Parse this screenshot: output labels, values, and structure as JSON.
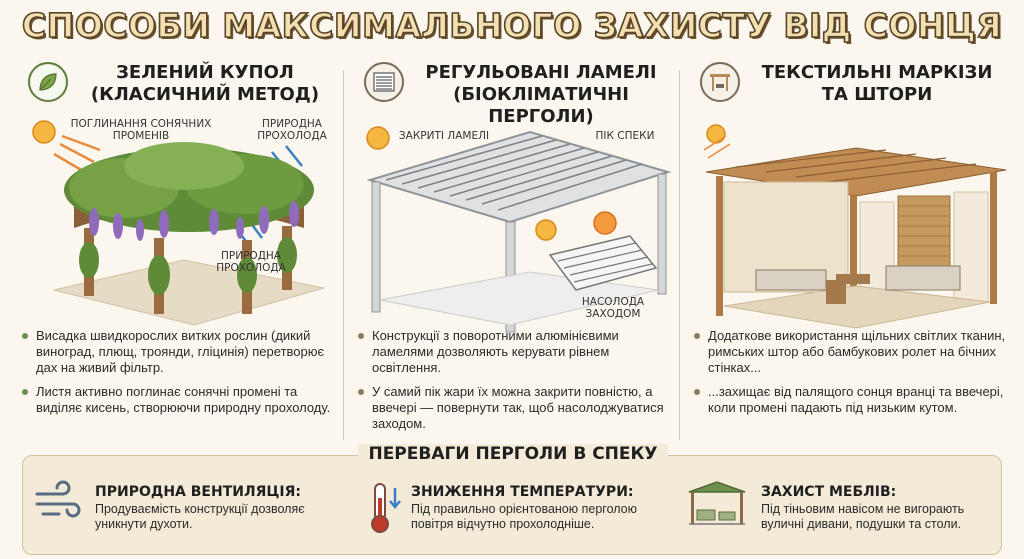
{
  "title": "СПОСОБИ МАКСИМАЛЬНОГО ЗАХИСТУ ВІД СОНЦЯ",
  "columns": [
    {
      "icon": "leaf-icon",
      "heading_line1": "ЗЕЛЕНИЙ КУПОЛ",
      "heading_line2": "(КЛАСИЧНИЙ МЕТОД)",
      "labels": {
        "absorb": "ПОГЛИНАННЯ СОНЯЧНИХ ПРОМЕНІВ",
        "cool_top": "ПРИРОДНА ПРОХОЛОДА",
        "cool_bottom": "ПРИРОДНА ПРОХОЛОДА"
      },
      "bullets": [
        "Висадка швидкорослих витких рослин (дикий виноград, плющ, троянди, гліцинія) перетворює дах на живий фільтр.",
        "Листя активно поглинає сонячні промені та виділяє кисень, створюючи природну прохолоду."
      ]
    },
    {
      "icon": "louvers-icon",
      "heading_line1": "РЕГУЛЬОВАНІ ЛАМЕЛІ",
      "heading_line2": "(БІОКЛІМАТИЧНІ ПЕРГОЛИ)",
      "labels": {
        "closed": "ЗАКРИТІ ЛАМЕЛІ",
        "peak": "ПІК СПЕКИ",
        "sunset": "НАСОЛОДА ЗАХОДОМ"
      },
      "bullets": [
        "Конструкції з поворотними алюмінієвими ламелями дозволяють керувати рівнем освітлення.",
        "У самий пік жари їх можна закрити повністю, а ввечері — повернути так, щоб насолоджуватися заходом."
      ]
    },
    {
      "icon": "pergola-icon",
      "heading_line1": "ТЕКСТИЛЬНІ МАРКІЗИ",
      "heading_line2": "ТА ШТОРИ",
      "bullets": [
        "Додаткове використання щільних світлих тканин, римських штор або бамбукових ролет на бічних стінках...",
        "...захищає від палящого сонця вранці та ввечері, коли промені падають під низьким кутом."
      ]
    }
  ],
  "benefits": {
    "title": "ПЕРЕВАГИ ПЕРГОЛИ В СПЕКУ",
    "items": [
      {
        "icon": "wind-icon",
        "title": "ПРИРОДНА ВЕНТИЛЯЦІЯ:",
        "text_line1": "Продуваємість конструкції дозволяє",
        "text_line2": "уникнути духоти."
      },
      {
        "icon": "thermometer-icon",
        "title": "ЗНИЖЕННЯ ТЕМПЕРАТУРИ:",
        "text_line1": "Під правильно орієнтованою перголою",
        "text_line2": "повітря відчутно прохолодніше."
      },
      {
        "icon": "furniture-icon",
        "title": "ЗАХИСТ МЕБЛІВ:",
        "text_line1": "Під тіньовим навісом не вигорають",
        "text_line2": "вуличні дивани, подушки та столи."
      }
    ]
  },
  "colors": {
    "accent_green": "#6d8f45",
    "accent_brown": "#8c7a62",
    "title_fill": "#f2dfb2",
    "title_outline": "#5a4426",
    "panel_bg": "#f3ead8"
  }
}
